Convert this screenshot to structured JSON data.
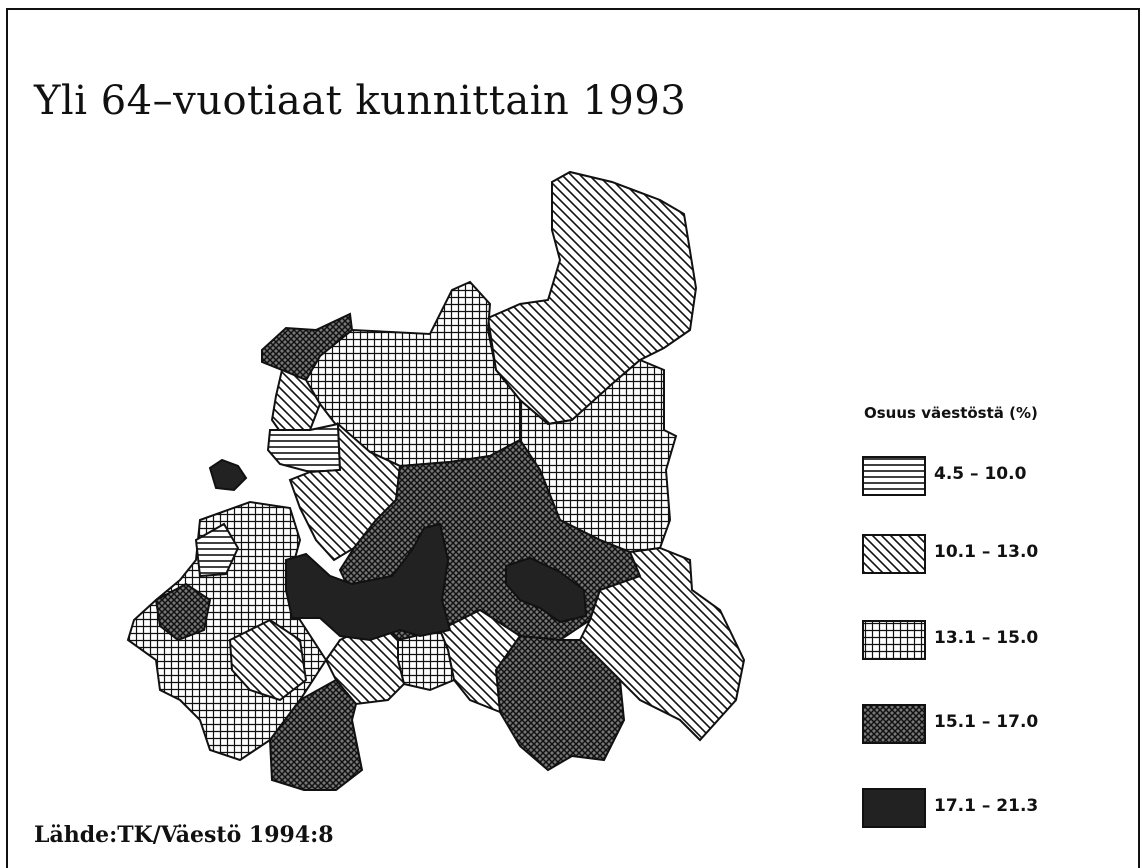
{
  "title": "Yli 64–vuotiaat kunnittain 1993",
  "source": "Lähde:TK/Väestö 1994:8",
  "legend": {
    "title": "Osuus väestöstä (%)",
    "classes": [
      {
        "label": "4.5  –  10.0",
        "pattern": "horizontal-lines",
        "min": 4.5,
        "max": 10.0
      },
      {
        "label": "10.1  –  13.0",
        "pattern": "diagonal-lines",
        "min": 10.1,
        "max": 13.0
      },
      {
        "label": "13.1  –  15.0",
        "pattern": "grid",
        "min": 13.1,
        "max": 15.0
      },
      {
        "label": "15.1  –  17.0",
        "pattern": "cross-hatch",
        "min": 15.1,
        "max": 17.0
      },
      {
        "label": "17.1  –  21.3",
        "pattern": "solid-black",
        "min": 17.1,
        "max": 21.3
      }
    ]
  },
  "colors": {
    "ink": "#111111",
    "background": "#ffffff"
  }
}
